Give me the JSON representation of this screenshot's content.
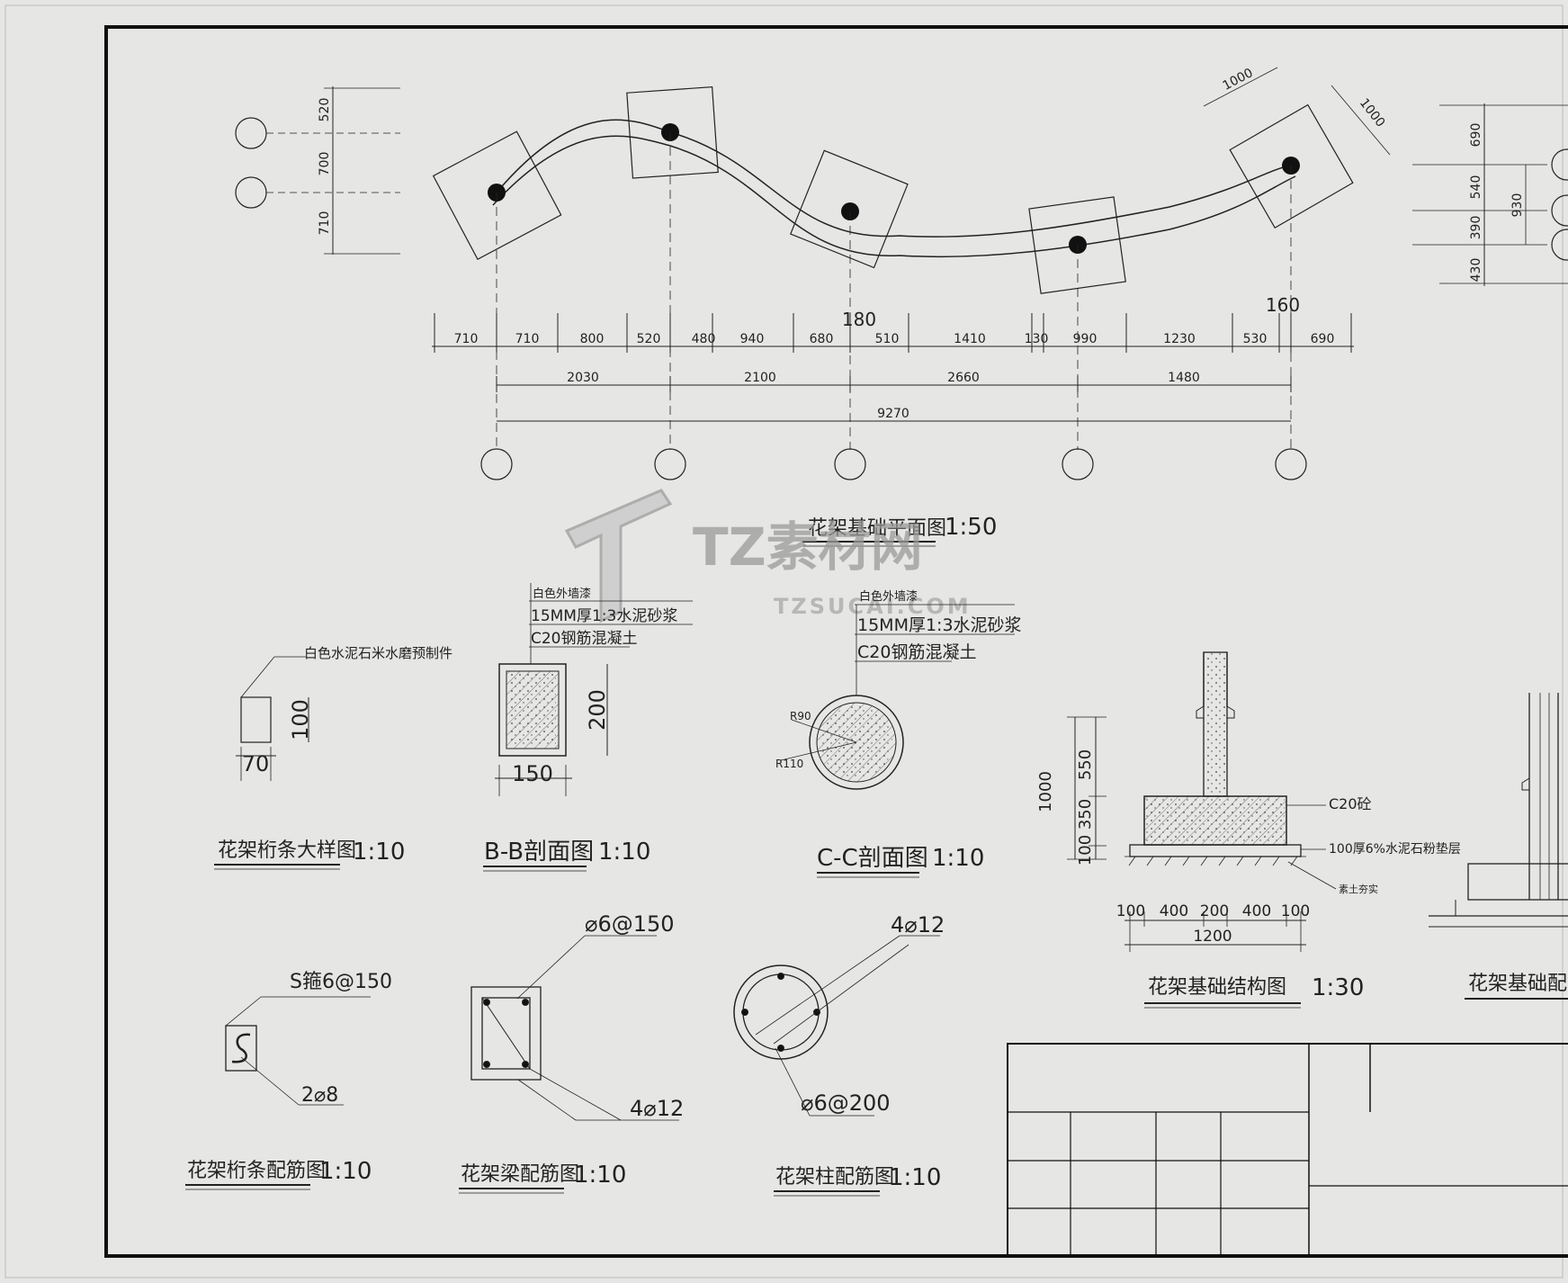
{
  "plan": {
    "title": "花架基础平面图",
    "scale": "1:50",
    "left_dims": [
      "520",
      "700",
      "710"
    ],
    "right_dims": [
      "690",
      "540",
      "390",
      "430"
    ],
    "right_total": "930",
    "skew_dims": [
      "1000",
      "1000"
    ],
    "top_dims": [
      "710",
      "710",
      "800",
      "520",
      "480",
      "940",
      "680",
      "510",
      "1410",
      "130",
      "990",
      "1230",
      "530",
      "690"
    ],
    "above_dims": [
      "180",
      "160"
    ],
    "mid_dims": [
      "2030",
      "2100",
      "2660",
      "1480"
    ],
    "total_dim": "9270"
  },
  "purlin_detail": {
    "label": "白色水泥石米水磨预制件",
    "h": "100",
    "w": "70",
    "title": "花架桁条大样图",
    "scale": "1:10"
  },
  "section_bb": {
    "label1": "白色外墙漆",
    "label2": "15MM厚1:3水泥砂浆",
    "label3": "C20钢筋混凝土",
    "h": "200",
    "w": "150",
    "title": "B-B剖面图",
    "scale": "1:10"
  },
  "section_cc": {
    "label1": "白色外墙漆",
    "label2": "15MM厚1:3水泥砂浆",
    "label3": "C20钢筋混凝土",
    "r1": "R90",
    "r2": "R110",
    "title": "C-C剖面图",
    "scale": "1:10"
  },
  "foundation": {
    "v_dims": [
      "550",
      "350",
      "100"
    ],
    "v_total": "1000",
    "label_c20": "C20砼",
    "label_bed": "100厚6%水泥石粉垫层",
    "label_soil": "素土夯实",
    "h_dims": [
      "100",
      "400",
      "200",
      "400",
      "100"
    ],
    "h_total": "1200",
    "title": "花架基础结构图",
    "scale": "1:30"
  },
  "foundation_rebar": {
    "title": "花架基础配筋图"
  },
  "purlin_rebar": {
    "label1": "S箍6@150",
    "label2": "2⌀8",
    "title": "花架桁条配筋图",
    "scale": "1:10"
  },
  "beam_rebar": {
    "label1": "⌀6@150",
    "label2": "4⌀12",
    "title": "花架梁配筋图",
    "scale": "1:10"
  },
  "column_rebar": {
    "label1": "4⌀12",
    "label2": "⌀6@200",
    "title": "花架柱配筋图",
    "scale": "1:10"
  },
  "watermark": {
    "main": "TZ素材网",
    "sub": "TZSUCAI.COM"
  }
}
